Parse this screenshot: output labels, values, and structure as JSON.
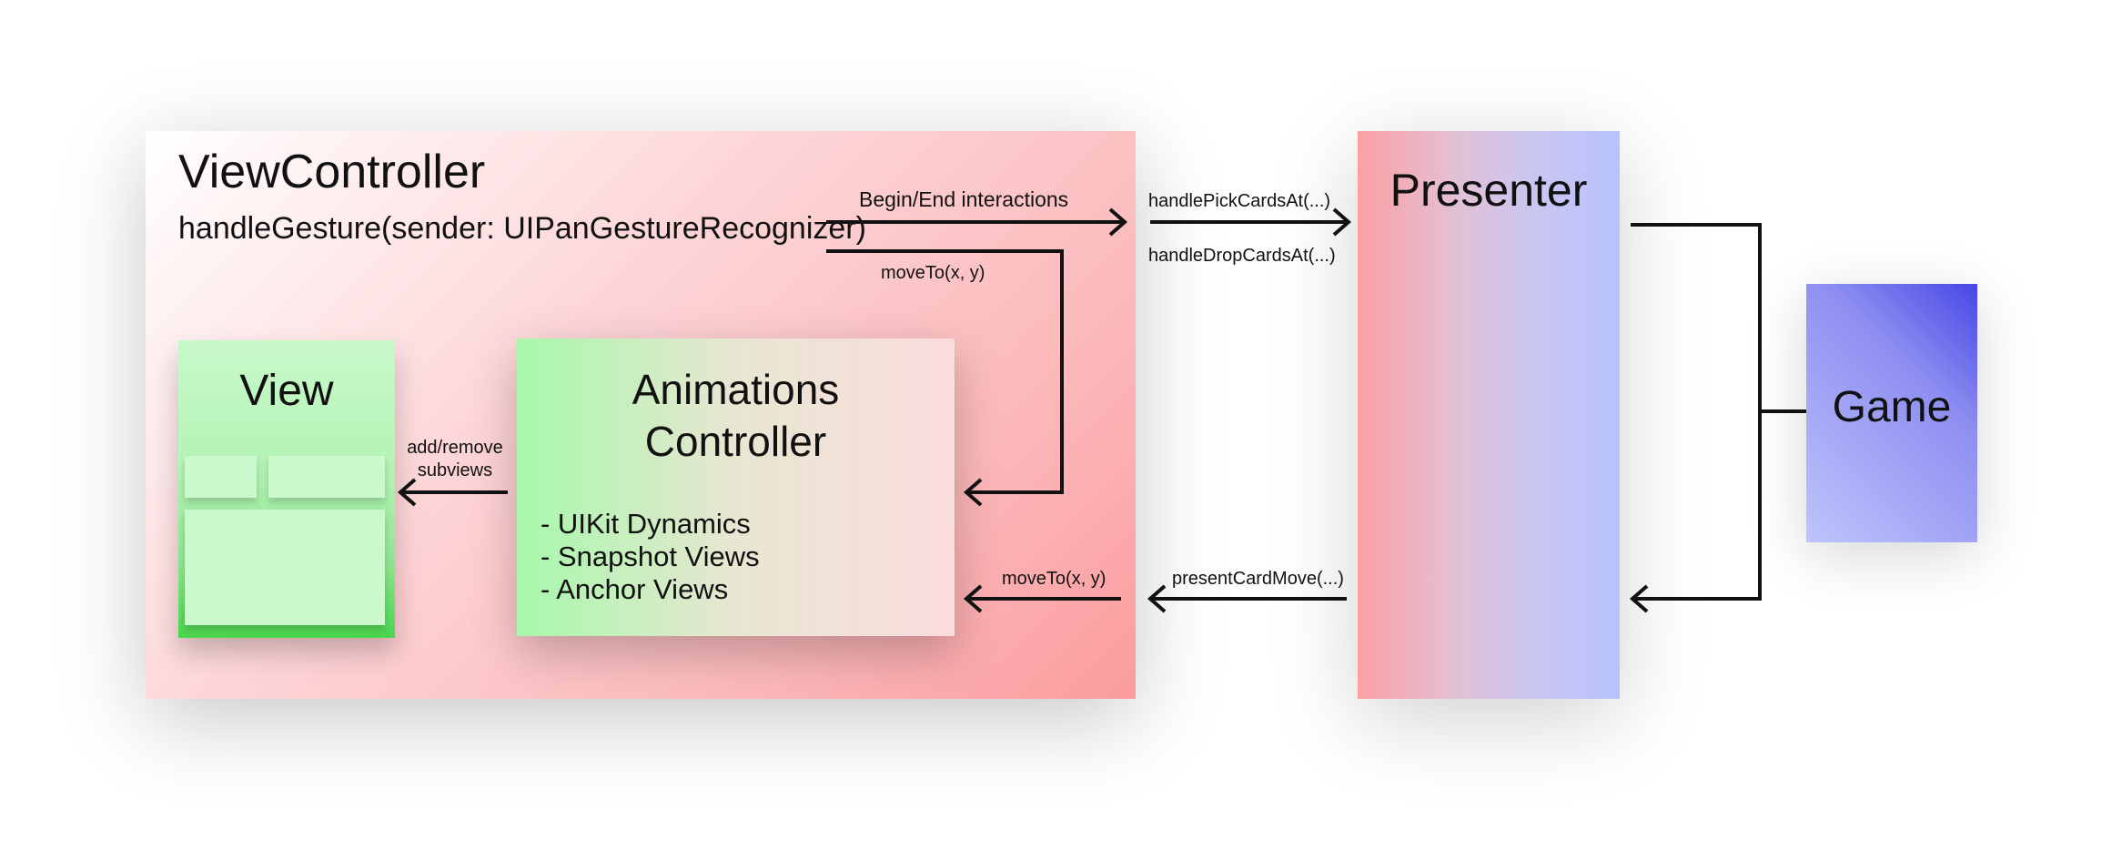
{
  "view_controller": {
    "title": "ViewController",
    "method": "handleGesture(sender: UIPanGestureRecognizer)"
  },
  "view": {
    "title": "View"
  },
  "animations_controller": {
    "title_line1": "Animations",
    "title_line2": "Controller",
    "items": [
      "- UIKit Dynamics",
      "- Snapshot Views",
      "- Anchor Views"
    ]
  },
  "presenter": {
    "title": "Presenter"
  },
  "game": {
    "title": "Game"
  },
  "labels": {
    "begin_end": "Begin/End interactions",
    "move_to_top": "moveTo(x, y)",
    "add_remove_line1": "add/remove",
    "add_remove_line2": "subviews",
    "move_to_bottom": "moveTo(x, y)",
    "handle_pick": "handlePickCardsAt(...)",
    "handle_drop": "handleDropCardsAt(...)",
    "present_card_move": "presentCardMove(...)"
  },
  "colors": {
    "view_controller": "#fb9c9e",
    "view": "#4bd64e",
    "animations_controller": "#a8f8ab",
    "presenter": "#b8c2fd",
    "game": "#4747e6",
    "arrow": "#111111"
  }
}
